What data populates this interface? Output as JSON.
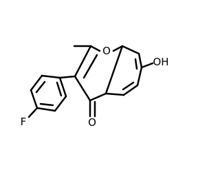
{
  "molecule": {
    "atom_labels": {
      "fluorine": "F",
      "ring_oxygen": "O",
      "carbonyl_oxygen": "O",
      "hydroxyl": "OH"
    },
    "colors": {
      "bond": "#000000",
      "label": "#000000",
      "background": "#ffffff"
    }
  }
}
